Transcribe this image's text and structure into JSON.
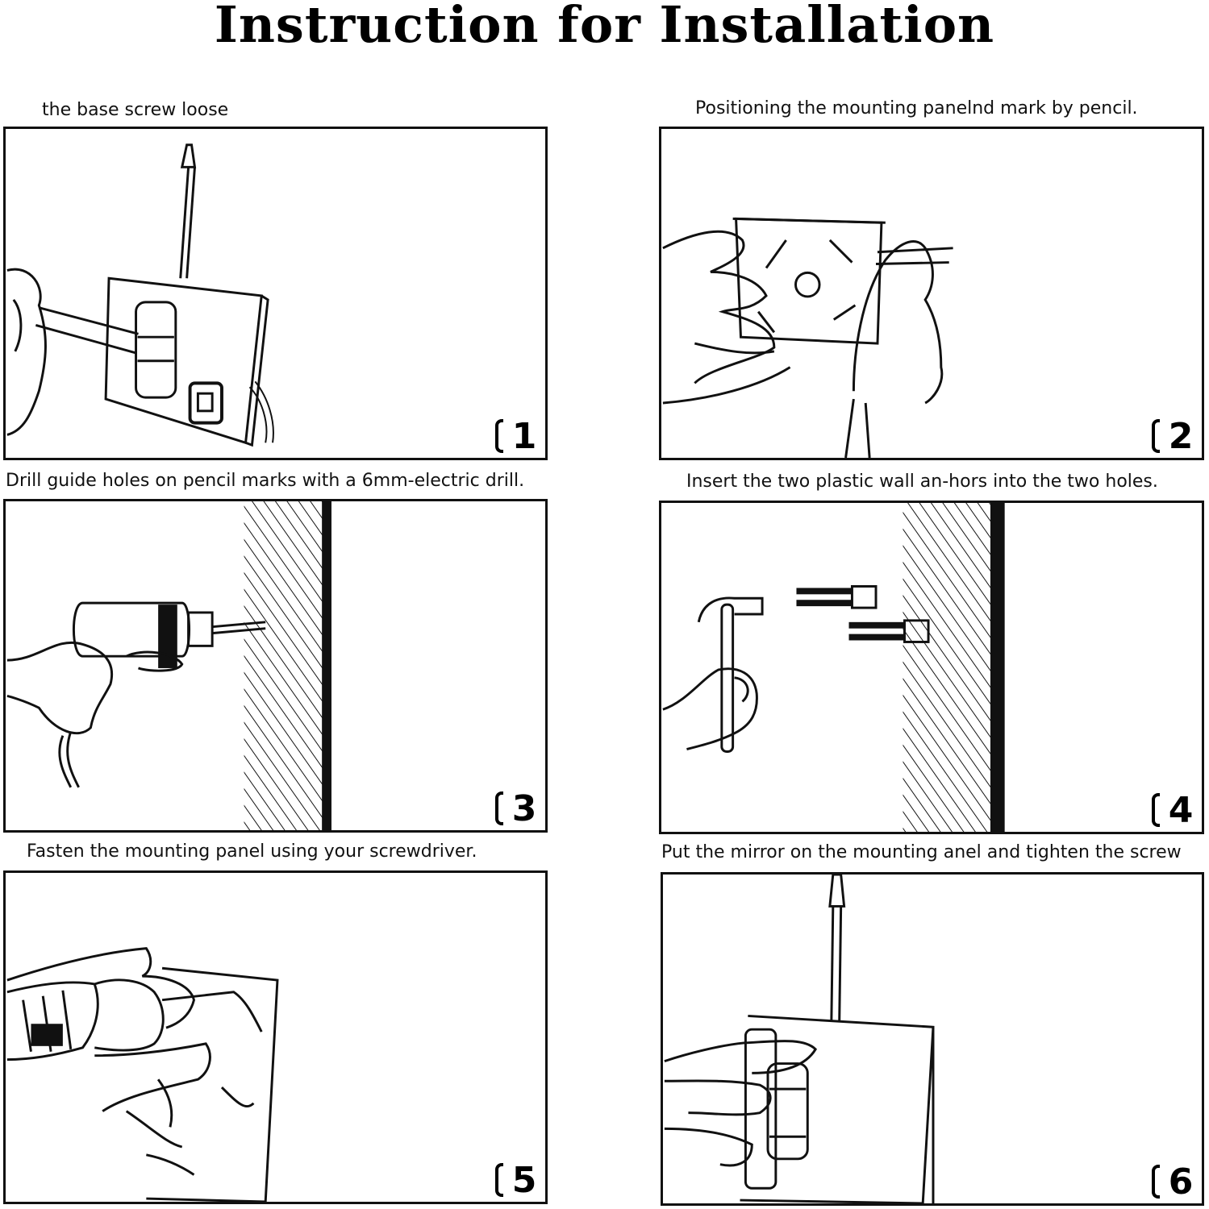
{
  "title": "Instruction for Installation",
  "steps": [
    {
      "number": "1",
      "caption": "the base screw loose"
    },
    {
      "number": "2",
      "caption": "Positioning the mounting panelnd mark by pencil."
    },
    {
      "number": "3",
      "caption": "Drill guide holes on pencil marks with a 6mm-electric drill."
    },
    {
      "number": "4",
      "caption": "Insert the two plastic wall an-hors into the two holes."
    },
    {
      "number": "5",
      "caption": "Fasten the mounting panel using your screwdriver."
    },
    {
      "number": "6",
      "caption": "Put the mirror on the mounting anel and tighten the screw"
    }
  ],
  "colors": {
    "line": "#111111",
    "background": "#ffffff"
  }
}
